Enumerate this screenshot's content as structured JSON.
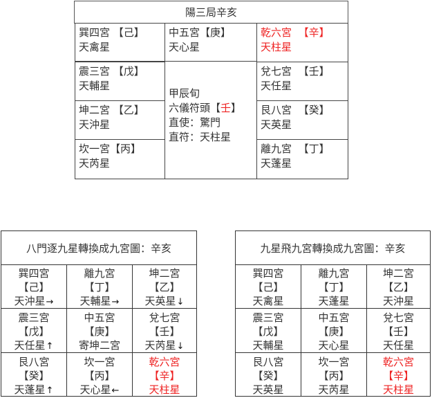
{
  "top_chart": {
    "title": "陽三局辛亥",
    "left_column": [
      {
        "palace": "巽四宮",
        "stem": "【己】",
        "star": "天禽星"
      },
      {
        "palace": "震三宮",
        "stem": "【戊】",
        "star": "天輔星"
      },
      {
        "palace": "坤二宮",
        "stem": "【乙】",
        "star": "天沖星"
      },
      {
        "palace": "坎一宮",
        "stem": "【丙】",
        "star": "天芮星"
      }
    ],
    "center_top": {
      "palace": "中五宮",
      "stem": "【庚】",
      "star": "天心星"
    },
    "center_info": {
      "xun": "甲辰旬",
      "fu_tou_label": "六儀符頭",
      "fu_tou_open": "【",
      "fu_tou_stem": "壬",
      "fu_tou_close": "】",
      "zhi_shi": "直使：驚門",
      "zhi_fu": "直符：天柱星"
    },
    "right_column": [
      {
        "palace": "乾六宮",
        "stem": "【辛】",
        "star": "天柱星",
        "highlight": true
      },
      {
        "palace": "兌七宮",
        "stem": "【壬】",
        "star": "天任星"
      },
      {
        "palace": "艮八宮",
        "stem": "【癸】",
        "star": "天英星"
      },
      {
        "palace": "離九宮",
        "stem": "【丁】",
        "star": "天蓬星"
      }
    ]
  },
  "grid_left": {
    "title": "八門逐九星轉換成九宮圖：辛亥",
    "cells": [
      {
        "palace": "巽四宮",
        "stem": "【己】",
        "star": "天沖星",
        "arrow": "→"
      },
      {
        "palace": "離九宮",
        "stem": "【丁】",
        "star": "天輔星",
        "arrow": "→"
      },
      {
        "palace": "坤二宮",
        "stem": "【乙】",
        "star": "天英星",
        "arrow": "↓"
      },
      {
        "palace": "震三宮",
        "stem": "【戊】",
        "star": "天任星",
        "arrow": "↑"
      },
      {
        "palace": "中五宮",
        "stem": "【庚】",
        "star": "寄坤二宮",
        "arrow": ""
      },
      {
        "palace": "兌七宮",
        "stem": "【壬】",
        "star": "天芮星",
        "arrow": "↓"
      },
      {
        "palace": "艮八宮",
        "stem": "【癸】",
        "star": "天蓬星",
        "arrow": "↑"
      },
      {
        "palace": "坎一宮",
        "stem": "【丙】",
        "star": "天心星",
        "arrow": "←"
      },
      {
        "palace": "乾六宮",
        "stem": "【辛】",
        "star": "天柱星",
        "arrow": "",
        "highlight": true
      }
    ]
  },
  "grid_right": {
    "title": "九星飛九宮轉換成九宮圖：辛亥",
    "cells": [
      {
        "palace": "巽四宮",
        "stem": "【己】",
        "star": "天禽星"
      },
      {
        "palace": "離九宮",
        "stem": "【丁】",
        "star": "天蓬星"
      },
      {
        "palace": "坤二宮",
        "stem": "【乙】",
        "star": "天沖星"
      },
      {
        "palace": "震三宮",
        "stem": "【戊】",
        "star": "天輔星"
      },
      {
        "palace": "中五宮",
        "stem": "【庚】",
        "star": "天心星"
      },
      {
        "palace": "兌七宮",
        "stem": "【壬】",
        "star": "天任星"
      },
      {
        "palace": "艮八宮",
        "stem": "【癸】",
        "star": "天英星"
      },
      {
        "palace": "坎一宮",
        "stem": "【丙】",
        "star": "天芮星"
      },
      {
        "palace": "乾六宮",
        "stem": "【辛】",
        "star": "天柱星",
        "highlight": true
      }
    ]
  },
  "colors": {
    "highlight": "#ee2222",
    "text": "#333333",
    "border": "#333333"
  }
}
